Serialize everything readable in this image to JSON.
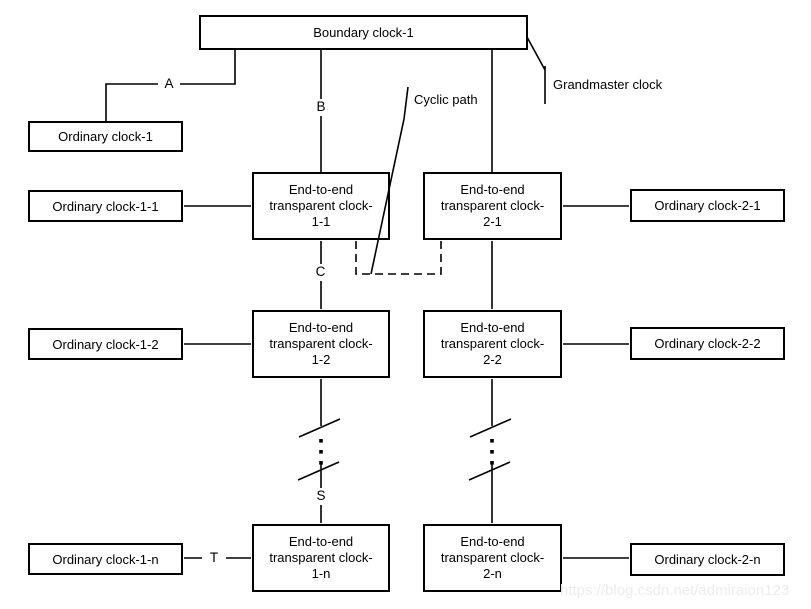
{
  "diagram": {
    "nodes": {
      "boundary_clock_1": {
        "label": "Boundary clock-1"
      },
      "ordinary_clock_1": {
        "label": "Ordinary clock-1"
      },
      "ordinary_clock_1_1": {
        "label": "Ordinary clock-1-1"
      },
      "ordinary_clock_1_2": {
        "label": "Ordinary clock-1-2"
      },
      "ordinary_clock_1_n": {
        "label": "Ordinary clock-1-n"
      },
      "ordinary_clock_2_1": {
        "label": "Ordinary clock-2-1"
      },
      "ordinary_clock_2_2": {
        "label": "Ordinary clock-2-2"
      },
      "ordinary_clock_2_n": {
        "label": "Ordinary clock-2-n"
      },
      "tc_1_1": {
        "line1": "End-to-end",
        "line2": "transparent clock-",
        "line3": "1-1"
      },
      "tc_2_1": {
        "line1": "End-to-end",
        "line2": "transparent clock-",
        "line3": "2-1"
      },
      "tc_1_2": {
        "line1": "End-to-end",
        "line2": "transparent clock-",
        "line3": "1-2"
      },
      "tc_2_2": {
        "line1": "End-to-end",
        "line2": "transparent clock-",
        "line3": "2-2"
      },
      "tc_1_n": {
        "line1": "End-to-end",
        "line2": "transparent clock-",
        "line3": "1-n"
      },
      "tc_2_n": {
        "line1": "End-to-end",
        "line2": "transparent clock-",
        "line3": "2-n"
      }
    },
    "edge_labels": {
      "a": "A",
      "b": "B",
      "c": "C",
      "s": "S",
      "t": "T"
    },
    "annotations": {
      "cyclic_path": "Cyclic path",
      "grandmaster_clock": "Grandmaster clock"
    },
    "watermark": {
      "text": "https://blog.csdn.net/admiraion123",
      "color": "#ececec"
    },
    "colors": {
      "line": "#000000",
      "background": "#ffffff",
      "box_fill": "#ffffff"
    }
  }
}
